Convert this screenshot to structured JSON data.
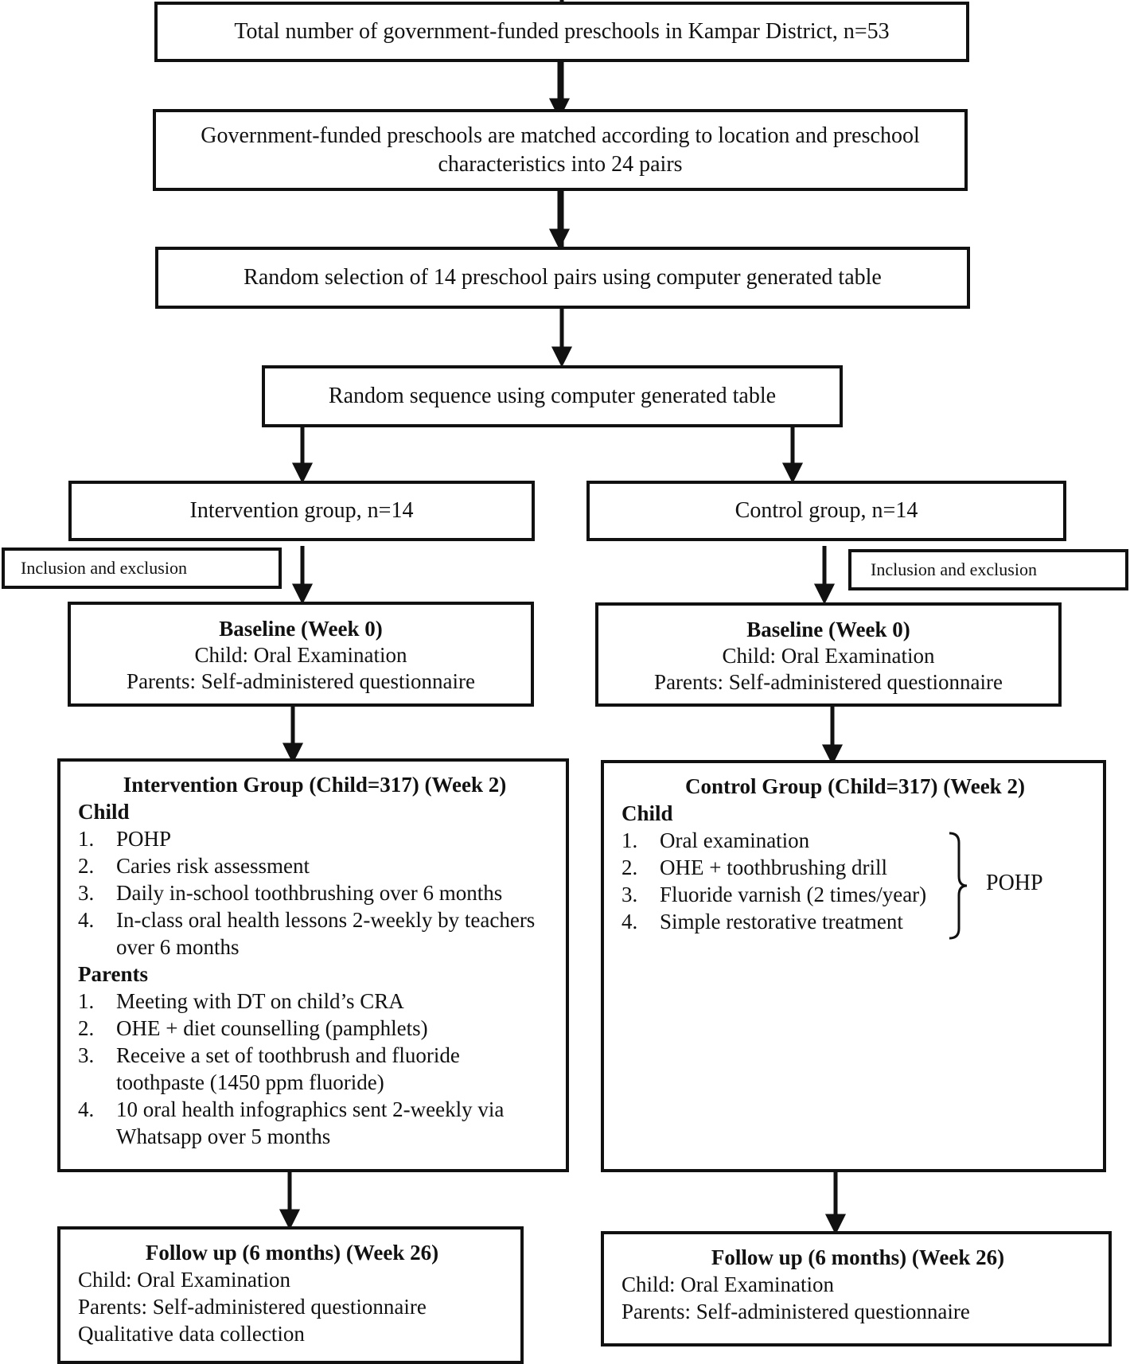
{
  "top_box": "Total number of government-funded preschools in Kampar District, n=53",
  "matched_box": "Government-funded preschools are matched according to location and preschool characteristics into 24 pairs",
  "random_selection_box": "Random selection of 14 preschool pairs using computer generated table",
  "random_sequence_box": "Random sequence using computer generated table",
  "intervention_group_box": "Intervention group, n=14",
  "control_group_box": "Control group, n=14",
  "inclusion_left": "Inclusion and exclusion",
  "inclusion_right": "Inclusion and exclusion",
  "baseline_left": {
    "title": "Baseline (Week 0)",
    "line1": "Child: Oral Examination",
    "line2": "Parents: Self-administered questionnaire"
  },
  "baseline_right": {
    "title": "Baseline (Week 0)",
    "line1": "Child: Oral Examination",
    "line2": "Parents: Self-administered questionnaire"
  },
  "intervention_detail": {
    "title": "Intervention Group (Child=317) (Week 2)",
    "child_heading": "Child",
    "child_items": [
      {
        "num": "1.",
        "text": "POHP"
      },
      {
        "num": "2.",
        "text": "Caries risk assessment"
      },
      {
        "num": "3.",
        "text": "Daily in-school toothbrushing over 6 months"
      },
      {
        "num": "4.",
        "text": "In-class oral health lessons 2-weekly by teachers over 6 months"
      }
    ],
    "parents_heading": "Parents",
    "parent_items": [
      {
        "num": "1.",
        "text": "Meeting with DT on child’s CRA"
      },
      {
        "num": "2.",
        "text": "OHE + diet counselling (pamphlets)"
      },
      {
        "num": "3.",
        "text": "Receive a set of toothbrush and fluoride toothpaste (1450 ppm fluoride)"
      },
      {
        "num": "4.",
        "text": "10 oral health infographics sent 2-weekly via Whatsapp over 5 months"
      }
    ]
  },
  "control_detail": {
    "title": "Control Group (Child=317) (Week 2)",
    "child_heading": "Child",
    "child_items": [
      {
        "num": "1.",
        "text": "Oral examination"
      },
      {
        "num": "2.",
        "text": "OHE + toothbrushing drill"
      },
      {
        "num": "3.",
        "text": "Fluoride varnish (2 times/year)"
      },
      {
        "num": "4.",
        "text": "Simple restorative treatment"
      }
    ],
    "brace_label": "POHP"
  },
  "followup_left": {
    "title": "Follow up (6 months) (Week 26)",
    "line1": "Child: Oral Examination",
    "line2": "Parents: Self-administered questionnaire",
    "line3": "Qualitative data collection"
  },
  "followup_right": {
    "title": "Follow up (6 months) (Week 26)",
    "line1": "Child: Oral Examination",
    "line2": "Parents: Self-administered questionnaire"
  }
}
